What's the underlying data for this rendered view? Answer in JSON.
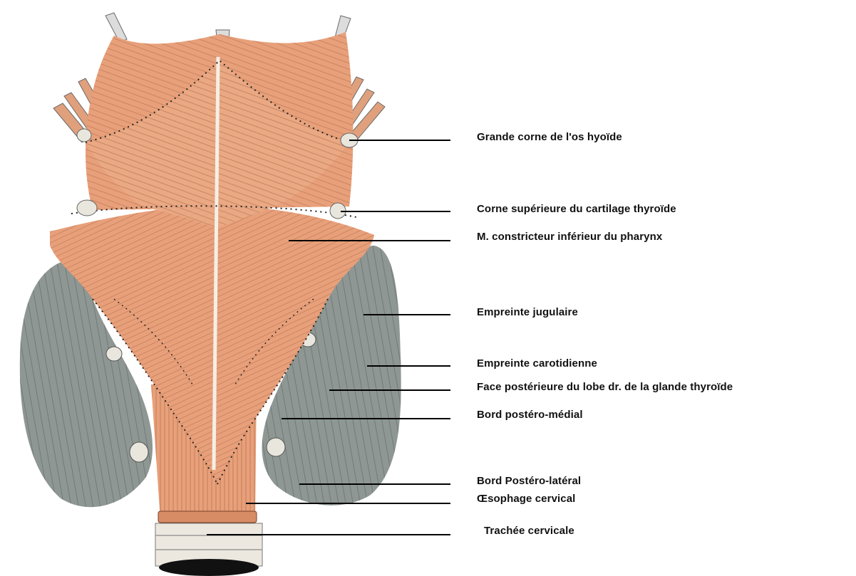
{
  "diagram": {
    "labels": [
      "Grande corne de l'os hyoïde",
      "Corne supérieure du cartilage thyroïde",
      "M. constricteur inférieur du pharynx",
      "Empreinte jugulaire",
      "Empreinte carotidienne",
      "Face postérieure du lobe dr. de la glande thyroïde",
      "Bord postéro-médial",
      "Bord Postéro-latéral",
      "Œsophage cervical",
      "Trachée cervicale"
    ],
    "colors": {
      "muscle": "#e8a07a",
      "muscle_dark": "#c97a55",
      "gland": "#8e9793",
      "gland_dark": "#5f6864",
      "cartilage": "#e9e6de",
      "line": "#000000"
    }
  }
}
